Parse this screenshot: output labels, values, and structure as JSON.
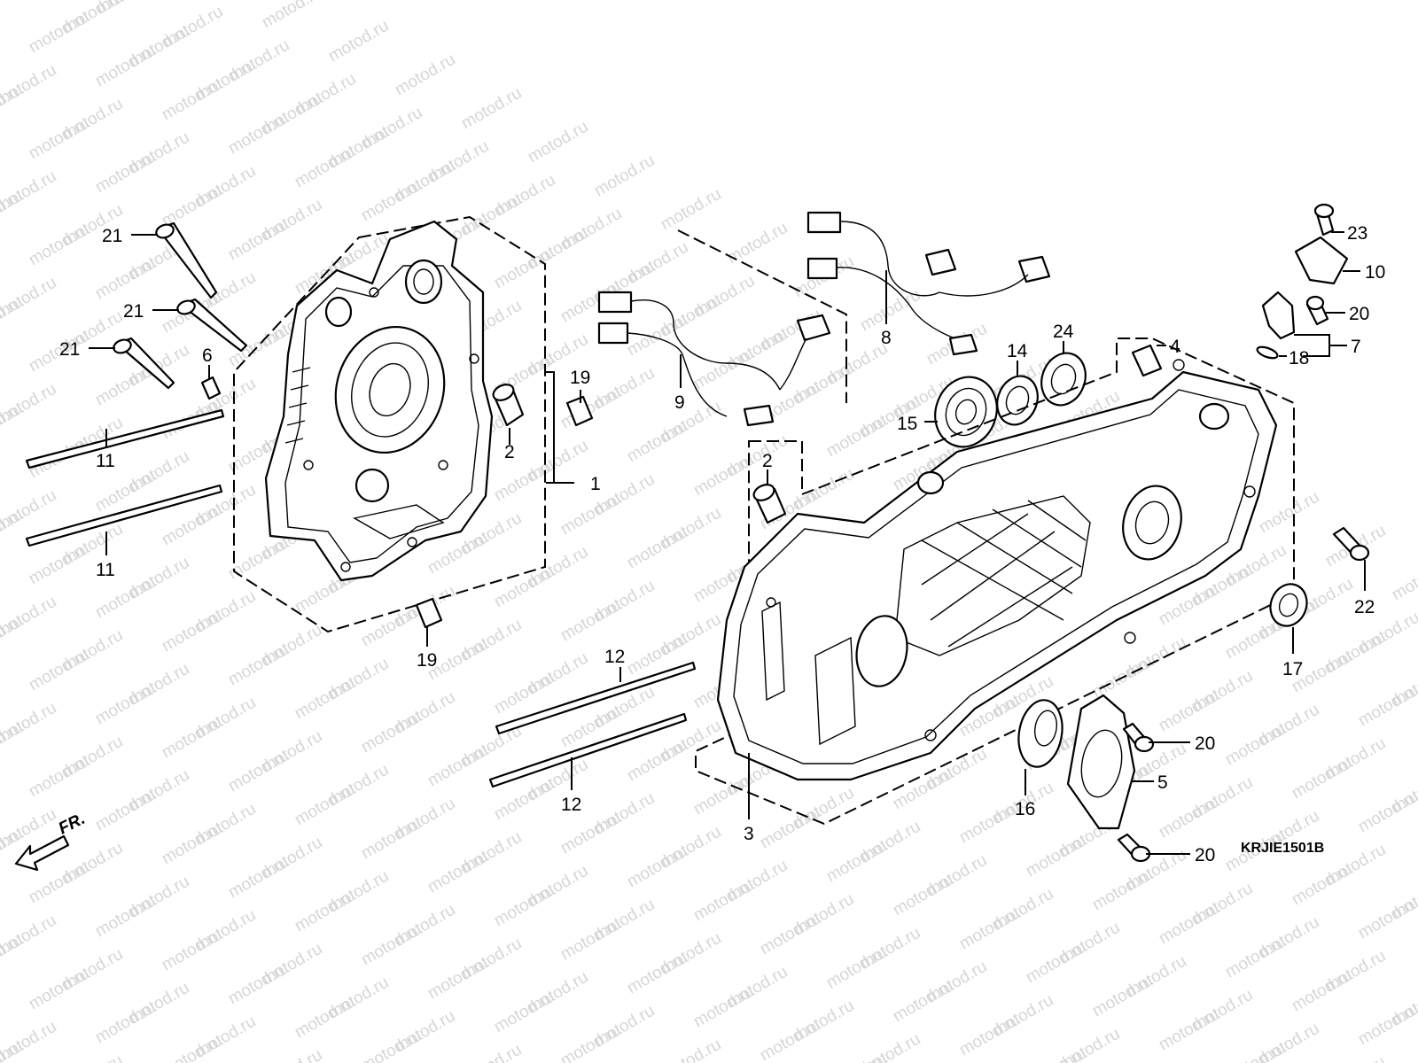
{
  "watermark": "motod.ru",
  "diagram_code": "KRJIE1501B",
  "front_marker": "FR.",
  "callouts": {
    "c1": "1",
    "c2a": "2",
    "c2b": "2",
    "c3": "3",
    "c4": "4",
    "c5": "5",
    "c6": "6",
    "c7": "7",
    "c8": "8",
    "c9": "9",
    "c10": "10",
    "c11a": "11",
    "c11b": "11",
    "c12a": "12",
    "c12b": "12",
    "c14": "14",
    "c15": "15",
    "c16": "16",
    "c17": "17",
    "c18": "18",
    "c19a": "19",
    "c19b": "19",
    "c20a": "20",
    "c20b": "20",
    "c20c": "20",
    "c21a": "21",
    "c21b": "21",
    "c21c": "21",
    "c22": "22",
    "c23": "23",
    "c24": "24"
  }
}
